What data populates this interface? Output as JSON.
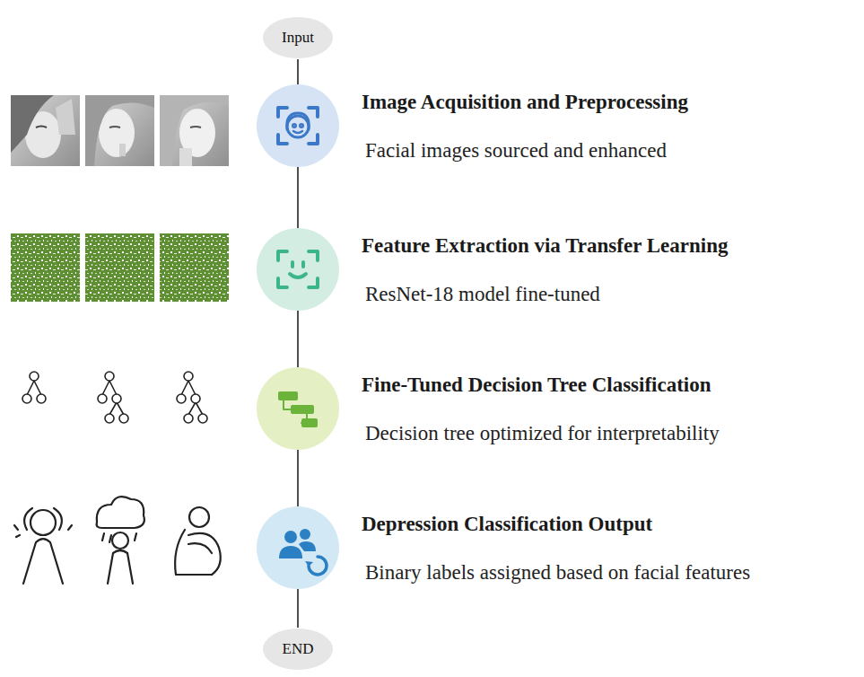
{
  "diagram": {
    "nodes": [
      {
        "text": [
          "Input"
        ]
      },
      {
        "text": [
          "Image Acquisition and Preprocessing",
          "Facial images sourced and enhanced"
        ]
      },
      {
        "text": [
          "Feature Extraction via Transfer Learning",
          "ResNet-18 model fine-tuned"
        ]
      },
      {
        "text": [
          "Fine-Tuned Decision Tree Classification",
          "Decision tree optimized for interpretability"
        ]
      },
      {
        "text": [
          "Depression Classification Output",
          "Binary labels assigned based on facial features"
        ]
      },
      {
        "text": [
          "END"
        ]
      }
    ],
    "edges": [
      {
        "from": 0,
        "to": 1,
        "arrow": "none"
      },
      {
        "from": 1,
        "to": 2,
        "arrow": "none"
      },
      {
        "from": 2,
        "to": 3,
        "arrow": "none"
      },
      {
        "from": 3,
        "to": 4,
        "arrow": "none"
      },
      {
        "from": 4,
        "to": 5,
        "arrow": "none"
      }
    ]
  }
}
